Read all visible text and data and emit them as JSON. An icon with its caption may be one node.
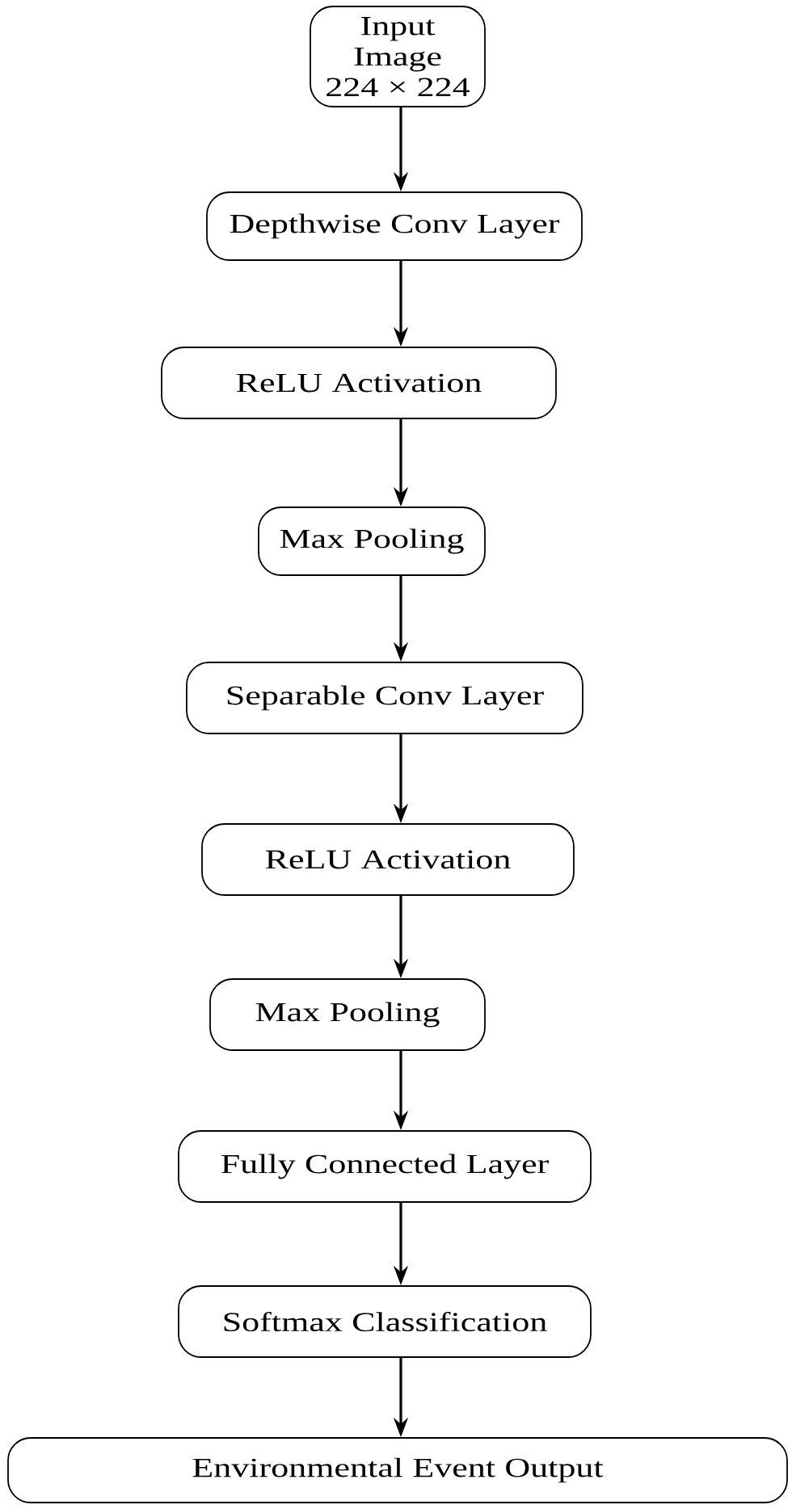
{
  "diagram": {
    "nodes": [
      {
        "text": [
          "Input Image 224 × 224"
        ]
      },
      {
        "text": [
          "Depthwise Conv Layer"
        ]
      },
      {
        "text": [
          "ReLU Activation"
        ]
      },
      {
        "text": [
          "Max Pooling"
        ]
      },
      {
        "text": [
          "Separable Conv Layer"
        ]
      },
      {
        "text": [
          "ReLU Activation"
        ]
      },
      {
        "text": [
          "Max Pooling"
        ]
      },
      {
        "text": [
          "Fully Connected Layer"
        ]
      },
      {
        "text": [
          "Softmax Classification"
        ]
      },
      {
        "text": [
          "Environmental Event Output"
        ]
      }
    ],
    "edges": [
      {
        "from": 0,
        "to": 1,
        "arrow": "to"
      },
      {
        "from": 1,
        "to": 2,
        "arrow": "to"
      },
      {
        "from": 2,
        "to": 3,
        "arrow": "to"
      },
      {
        "from": 3,
        "to": 4,
        "arrow": "to"
      },
      {
        "from": 4,
        "to": 5,
        "arrow": "to"
      },
      {
        "from": 5,
        "to": 6,
        "arrow": "to"
      },
      {
        "from": 6,
        "to": 7,
        "arrow": "to"
      },
      {
        "from": 7,
        "to": 8,
        "arrow": "to"
      },
      {
        "from": 8,
        "to": 9,
        "arrow": "to"
      }
    ]
  }
}
